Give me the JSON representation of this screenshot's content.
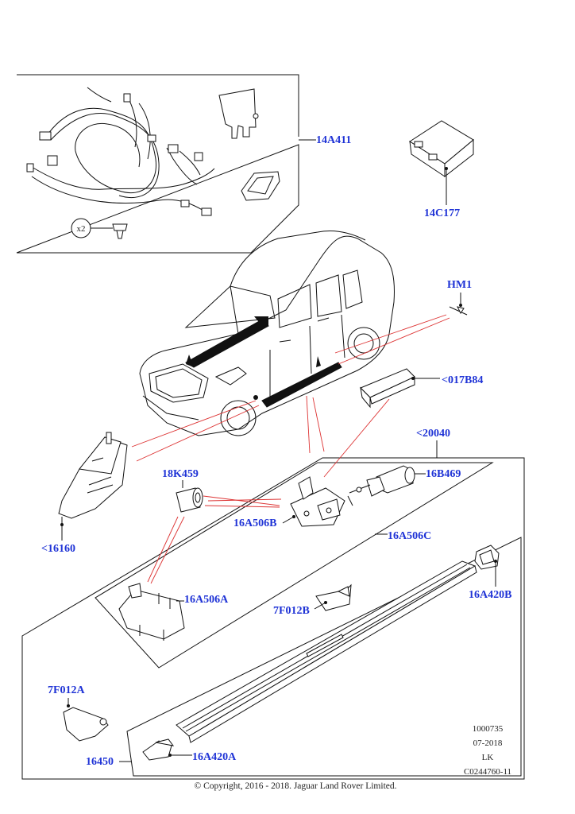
{
  "labels": {
    "p14A411": "14A411",
    "p14C177": "14C177",
    "pHM1": "HM1",
    "p017B84": "<017B84",
    "p20040": "<20040",
    "p16B469": "16B469",
    "p18K459": "18K459",
    "p16A506B": "16A506B",
    "p16A506C": "16A506C",
    "p16160": "<16160",
    "p16A506A": "16A506A",
    "p7F012B": "7F012B",
    "p16A420B": "16A420B",
    "p7F012A": "7F012A",
    "p16450": "16450",
    "p16A420A": "16A420A",
    "qty": "x2"
  },
  "reference": {
    "number": "1000735",
    "date": "07-2018",
    "code": "LK",
    "illustration": "C0244760-11"
  },
  "copyright": "© Copyright, 2016 - 2018. Jaguar Land Rover Limited.",
  "colors": {
    "label": "#1f33d6",
    "callout_line": "#d33333",
    "outline": "#111111"
  }
}
